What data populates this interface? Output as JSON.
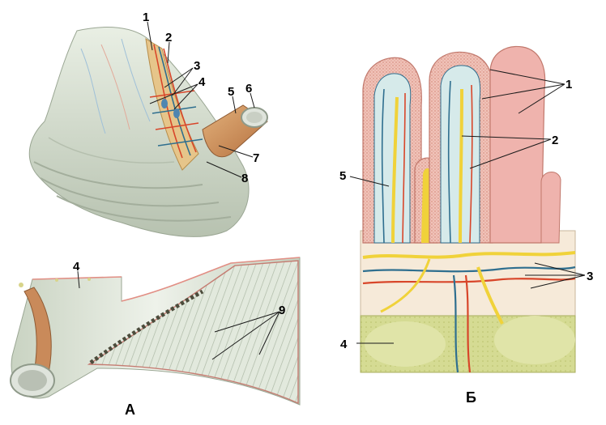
{
  "panels": {
    "a": {
      "caption": "А",
      "labels": [
        "1",
        "2",
        "3",
        "4",
        "5",
        "6",
        "7",
        "8",
        "9",
        "4"
      ]
    },
    "b": {
      "caption": "Б",
      "labels": [
        "1",
        "2",
        "3",
        "4",
        "5"
      ]
    }
  },
  "colors": {
    "mucosa": "#dfe6d9",
    "mucosa_shadow": "#b9c4b2",
    "artery": "#d8462a",
    "vein": "#2f6f8f",
    "lymph": "#f0d23a",
    "villus_epithelium": "#e8b8ae",
    "submucosa": "#f6ead9",
    "muscle": "#d6dc92"
  }
}
